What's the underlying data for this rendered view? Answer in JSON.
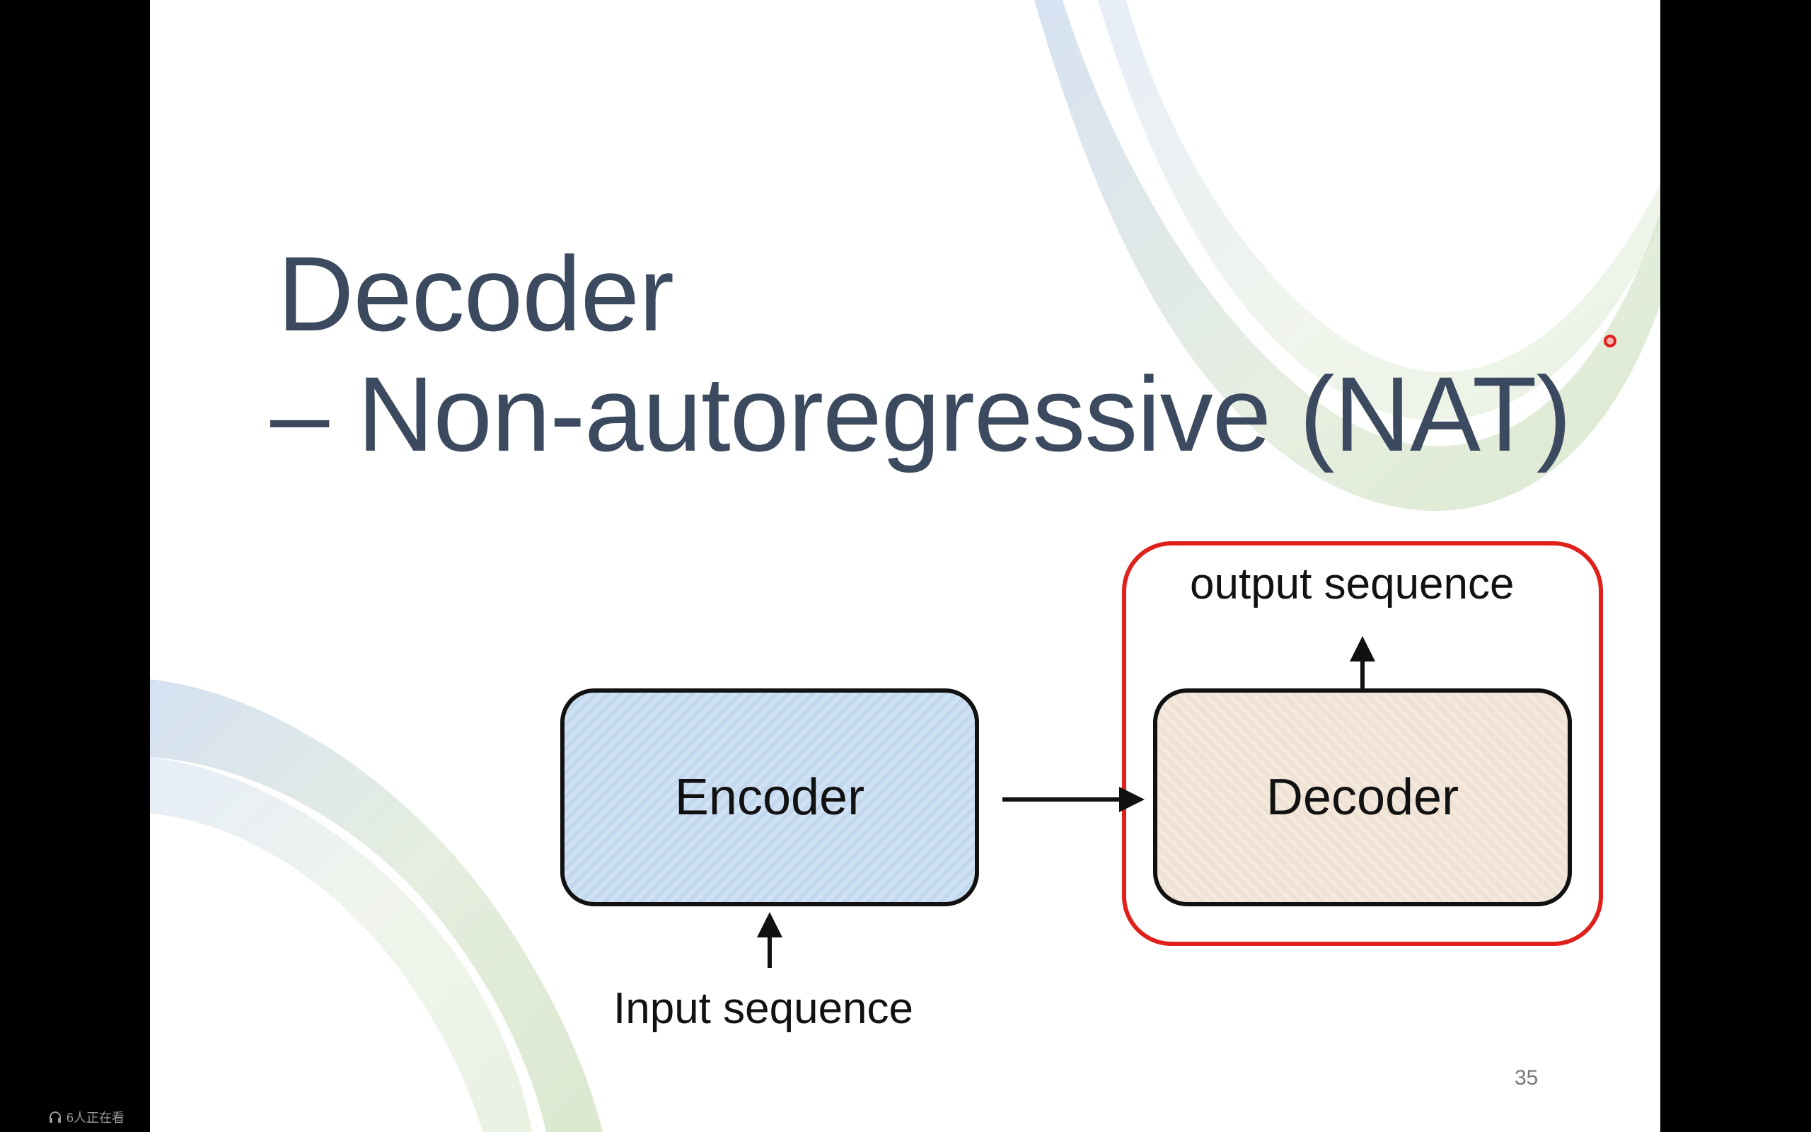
{
  "slide": {
    "title_line1": "Decoder",
    "title_line2": "– Non-autoregressive (NAT)",
    "encoder_label": "Encoder",
    "decoder_label": "Decoder",
    "output_label": "output sequence",
    "input_label": "Input sequence",
    "page_number": "35"
  },
  "overlay": {
    "viewer_count": "6人正在看",
    "viewer_icon": "headphones-icon"
  },
  "colors": {
    "title": "#3b4a5e",
    "highlight": "#e0201b",
    "encoder_fill": "#cfe2f3",
    "decoder_fill": "#f3e8dc"
  }
}
